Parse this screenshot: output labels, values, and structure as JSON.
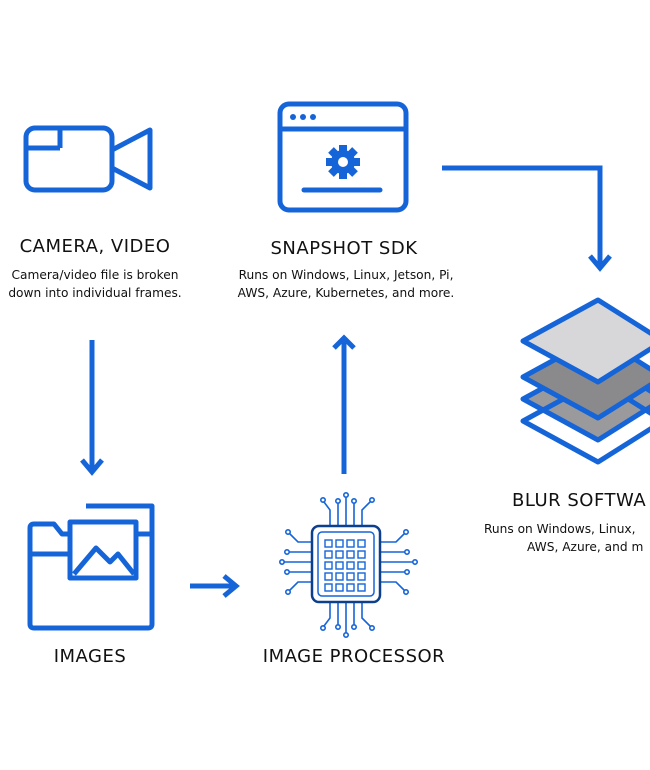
{
  "colors": {
    "primary": "#1565d8",
    "stroke_dark": "#0c5bc7",
    "gray_light": "#d7d7d9",
    "gray_mid": "#9a9a9c",
    "gray_dark": "#8a8a8c"
  },
  "nodes": {
    "camera": {
      "title": "CAMERA, VIDEO",
      "desc": "Camera/video file is broken down into individual frames.",
      "icon": "video-camera-icon"
    },
    "sdk": {
      "title": "SNAPSHOT SDK",
      "desc": "Runs on Windows, Linux, Jetson, Pi, AWS, Azure, Kubernetes, and more.",
      "icon": "browser-gear-icon"
    },
    "blur": {
      "title": "BLUR SOFTWA",
      "desc_line1": "Runs on Windows, Linux,",
      "desc_line2": "AWS, Azure, and m",
      "icon": "layers-stack-icon"
    },
    "images": {
      "title": "IMAGES",
      "icon": "image-folder-icon"
    },
    "processor": {
      "title": "IMAGE PROCESSOR",
      "icon": "processor-chip-icon"
    }
  },
  "edges": [
    {
      "from": "camera",
      "to": "images"
    },
    {
      "from": "images",
      "to": "processor"
    },
    {
      "from": "processor",
      "to": "sdk"
    },
    {
      "from": "sdk",
      "to": "blur"
    }
  ]
}
